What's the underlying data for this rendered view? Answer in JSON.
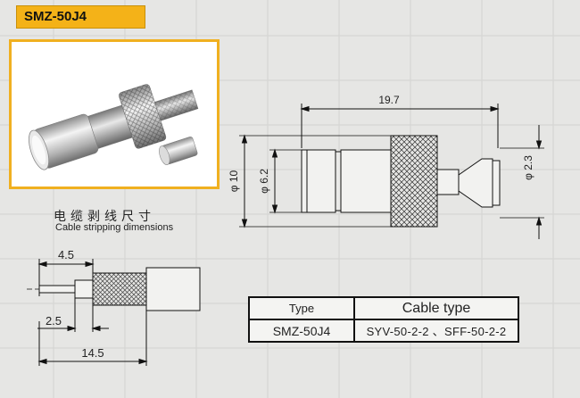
{
  "model": "SMZ-50J4",
  "photo_alt": "SMZ-50J4 connector photo",
  "stripping": {
    "title_cn": "电缆剥线尺寸",
    "title_en": "Cable stripping dimensions"
  },
  "main_drawing": {
    "length": "19.7",
    "outer_dia": "φ 10",
    "body_dia": "φ 6.2",
    "pin_dia": "φ 2.3"
  },
  "strip_drawing": {
    "d1": "4.5",
    "d2": "2.5",
    "d3": "14.5"
  },
  "spec_table": {
    "headers": [
      "Type",
      "Cable type"
    ],
    "rows": [
      [
        "SMZ-50J4",
        "SYV-50-2-2 、SFF-50-2-2"
      ]
    ]
  },
  "colors": {
    "badge": "#f4b218",
    "photo_border": "#f0b020",
    "background": "#e6e6e4"
  }
}
